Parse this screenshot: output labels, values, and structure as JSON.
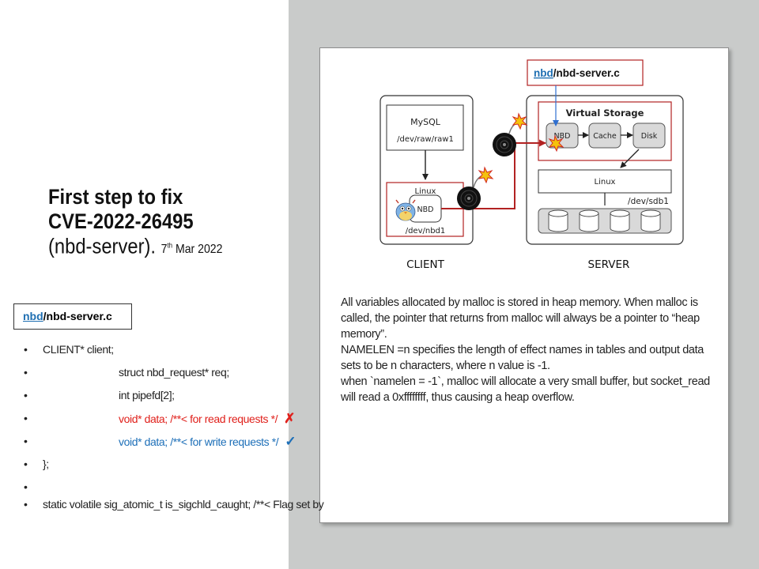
{
  "title": {
    "line1": "First step to fix",
    "line2": "CVE-2022-26495",
    "line3": "(nbd-server).",
    "date_day": "7",
    "date_sup": "th",
    "date_rest": " Mar 2022"
  },
  "file_ref": {
    "link": "nbd",
    "rest": "/nbd-server.c"
  },
  "code_lines": {
    "l1": "CLIENT* client;",
    "l2": "struct nbd_request* req;",
    "l3": "int pipefd[2];",
    "l4": "void* data; /**< for read requests */",
    "l5": "void* data; /**< for write requests */",
    "l6": "};",
    "l7": "static volatile sig_atomic_t is_sigchld_caught; /**< Flag set by",
    "cross": "✗",
    "check": "✓"
  },
  "diagram": {
    "file_link": "nbd",
    "file_rest": "/nbd-server.c",
    "mysql": "MySQL",
    "raw_dev": "/dev/raw/raw1",
    "linux_client": "Linux",
    "nbd_client": "NBD",
    "nbd_dev": "/dev/nbd1",
    "client": "CLIENT",
    "virtual_storage": "Virtual Storage",
    "nbd_server": "NBD",
    "cache": "Cache",
    "disk": "Disk",
    "linux_server": "Linux",
    "sdb_dev": "/dev/sdb1",
    "server": "SERVER"
  },
  "paragraph": {
    "p1": "All variables allocated by malloc is stored in heap memory. When malloc is called, the pointer that returns from malloc will always be a pointer to “heap memory”.",
    "p2": "NAMELEN =n specifies the length of effect names in tables and output data sets to be n characters, where n value is -1.",
    "p3": "when `namelen = -1`,  malloc will allocate a very small buffer, but socket_read will read a 0xffffffff,  thus causing a heap overflow."
  },
  "colors": {
    "gray_background": "#c9cbca",
    "red_highlight": "#b22222",
    "link_blue": "#1f6fb2",
    "cross_red": "#e0201b",
    "check_blue": "#1d6fb8"
  }
}
